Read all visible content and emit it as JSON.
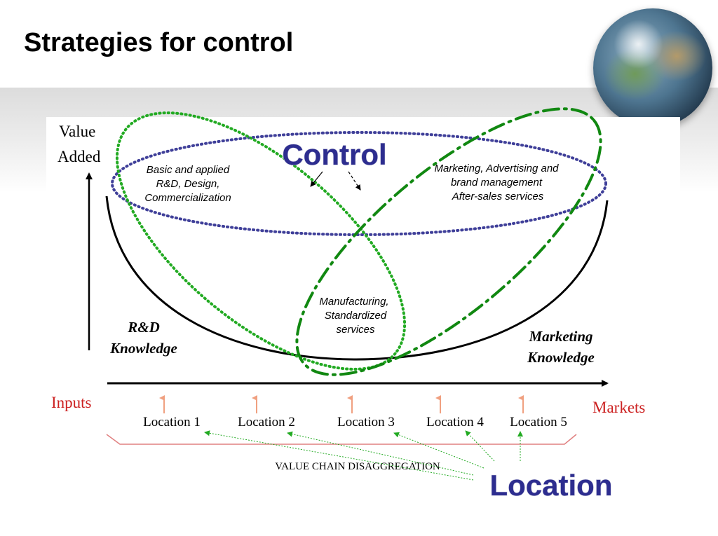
{
  "title": "Strategies for control",
  "axis": {
    "y_label_line1": "Value",
    "y_label_line2": "Added",
    "x_left": "Inputs",
    "x_right": "Markets"
  },
  "clusters": {
    "top_center": "Control",
    "rd": {
      "line1": "Basic and applied",
      "line2": "R&D, Design,",
      "line3": "Commercialization"
    },
    "marketing": {
      "line1": "Marketing, Advertising and",
      "line2": "brand management",
      "line3": "After-sales services"
    },
    "manufacturing": {
      "line1": "Manufacturing,",
      "line2": "Standardized",
      "line3": "services"
    }
  },
  "knowledge": {
    "left_line1": "R&D",
    "left_line2": "Knowledge",
    "right_line1": "Marketing",
    "right_line2": "Knowledge"
  },
  "locations": [
    "Location 1",
    "Location 2",
    "Location 3",
    "Location 4",
    "Location 5"
  ],
  "value_chain_label": "VALUE CHAIN DISAGGREGATION",
  "location_heading": "Location",
  "colors": {
    "blue_dotted": "#3f3f99",
    "green_dotted": "#22aa22",
    "green_dashdot": "#118811",
    "red_text": "#cc2222",
    "heading_blue": "#2d2d8f",
    "bracket": "#e08080",
    "up_arrow": "#f0a080"
  }
}
